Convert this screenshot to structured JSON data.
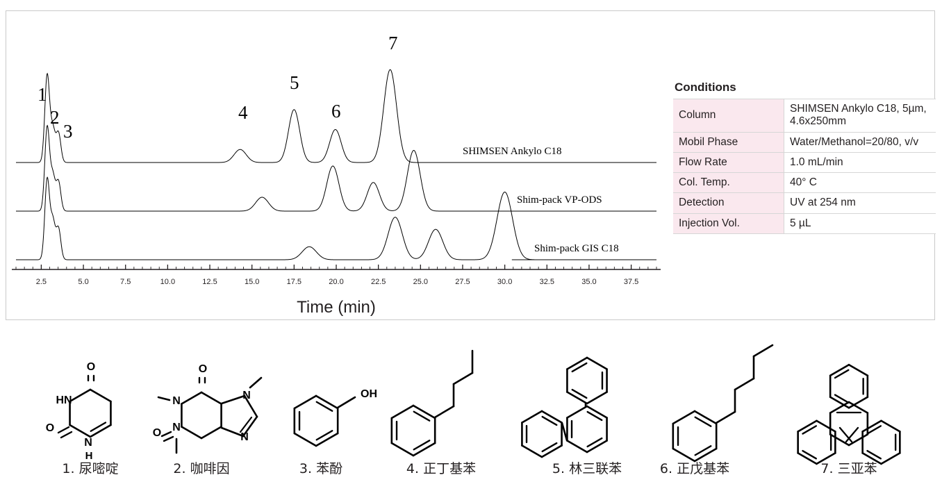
{
  "figure": {
    "axis_title": "Time (min)",
    "x_tick_labels": [
      "2.5",
      "5.0",
      "7.5",
      "10.0",
      "12.5",
      "15.0",
      "17.5",
      "20.0",
      "22.5",
      "25.0",
      "27.5",
      "30.0",
      "32.5",
      "35.0",
      "37.5"
    ],
    "trace_labels": [
      "SHIMSEN Ankylo C18",
      "Shim-pack VP-ODS",
      "Shim-pack GIS C18"
    ],
    "peak_numbers": [
      "1",
      "2",
      "3",
      "4",
      "5",
      "6",
      "7"
    ]
  },
  "chart_data": {
    "type": "line",
    "title": "",
    "xlabel": "Time (min)",
    "ylabel": "",
    "xlim": [
      1.0,
      39.0
    ],
    "xticks": [
      2.5,
      5.0,
      7.5,
      10.0,
      12.5,
      15.0,
      17.5,
      20.0,
      22.5,
      25.0,
      27.5,
      30.0,
      32.5,
      35.0,
      37.5
    ],
    "minor_tick_interval": 0.5,
    "grid": false,
    "legend_position": "inline-right",
    "series": [
      {
        "name": "SHIMSEN Ankylo C18",
        "peaks": [
          {
            "id": "1",
            "label": "1",
            "rt": 2.85,
            "height": 100,
            "width": 0.14
          },
          {
            "id": "2",
            "label": "2",
            "rt": 3.18,
            "height": 38,
            "width": 0.14
          },
          {
            "id": "3",
            "label": "3",
            "rt": 3.52,
            "height": 34,
            "width": 0.14
          },
          {
            "id": "4",
            "label": "4",
            "rt": 14.3,
            "height": 15,
            "width": 0.36
          },
          {
            "id": "5",
            "label": "5",
            "rt": 17.5,
            "height": 61,
            "width": 0.33
          },
          {
            "id": "6",
            "label": "6",
            "rt": 19.95,
            "height": 38,
            "width": 0.34
          },
          {
            "id": "7",
            "label": "7",
            "rt": 23.2,
            "height": 107,
            "width": 0.38
          }
        ]
      },
      {
        "name": "Shim-pack VP-ODS",
        "peaks": [
          {
            "id": "1",
            "label": "1",
            "rt": 2.85,
            "height": 96,
            "width": 0.14
          },
          {
            "id": "2",
            "label": "2",
            "rt": 3.18,
            "height": 40,
            "width": 0.14
          },
          {
            "id": "3",
            "label": "3",
            "rt": 3.52,
            "height": 34,
            "width": 0.14
          },
          {
            "id": "4",
            "label": "4",
            "rt": 15.6,
            "height": 16,
            "width": 0.38
          },
          {
            "id": "5",
            "label": "5",
            "rt": 19.8,
            "height": 52,
            "width": 0.36
          },
          {
            "id": "6",
            "label": "6",
            "rt": 22.2,
            "height": 33,
            "width": 0.36
          },
          {
            "id": "7",
            "label": "7",
            "rt": 24.6,
            "height": 70,
            "width": 0.38
          }
        ]
      },
      {
        "name": "Shim-pack GIS C18",
        "peaks": [
          {
            "id": "1",
            "label": "1",
            "rt": 2.85,
            "height": 92,
            "width": 0.14
          },
          {
            "id": "2",
            "label": "2",
            "rt": 3.18,
            "height": 44,
            "width": 0.14
          },
          {
            "id": "3",
            "label": "3",
            "rt": 3.52,
            "height": 36,
            "width": 0.14
          },
          {
            "id": "4",
            "label": "4",
            "rt": 18.4,
            "height": 15,
            "width": 0.42
          },
          {
            "id": "5",
            "label": "5",
            "rt": 23.5,
            "height": 49,
            "width": 0.42
          },
          {
            "id": "6",
            "label": "6",
            "rt": 25.9,
            "height": 35,
            "width": 0.42
          },
          {
            "id": "7",
            "label": "7",
            "rt": 30.0,
            "height": 78,
            "width": 0.46
          }
        ]
      }
    ]
  },
  "conditions": {
    "title": "Conditions",
    "rows": [
      {
        "key": "Column",
        "value": "SHIMSEN Ankylo C18, 5µm, 4.6x250mm"
      },
      {
        "key": "Mobil Phase",
        "value": "Water/Methanol=20/80, v/v"
      },
      {
        "key": "Flow Rate",
        "value": "1.0 mL/min"
      },
      {
        "key": "Col. Temp.",
        "value": "40° C"
      },
      {
        "key": "Detection",
        "value": "UV at 254 nm"
      },
      {
        "key": "Injection Vol.",
        "value": "5 µL"
      }
    ],
    "key_bg": "#fae8ee"
  },
  "compounds": [
    {
      "caption": "1. 尿嘧啶",
      "structure": "uracil"
    },
    {
      "caption": "2. 咖啡因",
      "structure": "caffeine"
    },
    {
      "caption": "3. 苯酚",
      "structure": "phenol"
    },
    {
      "caption": "4. 正丁基苯",
      "structure": "butylbenzene"
    },
    {
      "caption": "5. 林三联苯",
      "structure": "o-terphenyl"
    },
    {
      "caption": "6. 正戊基苯",
      "structure": "pentylbenzene"
    },
    {
      "caption": "7. 三亚苯",
      "structure": "triphenylene"
    }
  ]
}
